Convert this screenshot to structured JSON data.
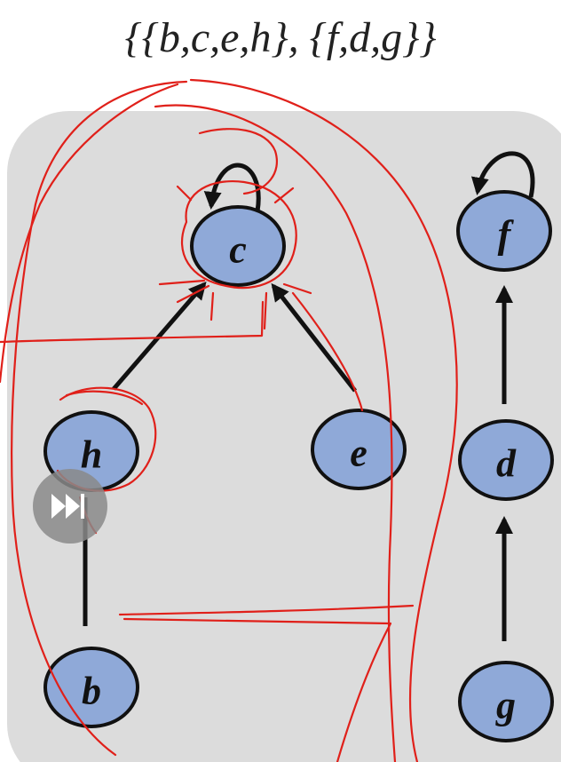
{
  "title": "{{b,c,e,h},  {f,d,g}}",
  "nodes": {
    "c": "c",
    "f": "f",
    "h": "h",
    "e": "e",
    "d": "d",
    "b": "b",
    "g": "g"
  },
  "colors": {
    "panel": "#dcdcdc",
    "node_fill": "#8fa9d8",
    "edge": "#111111",
    "annotation": "#e0201a",
    "button": "#8a8a8a"
  },
  "controls": {
    "fast_forward_icon": "fast-forward-icon"
  }
}
